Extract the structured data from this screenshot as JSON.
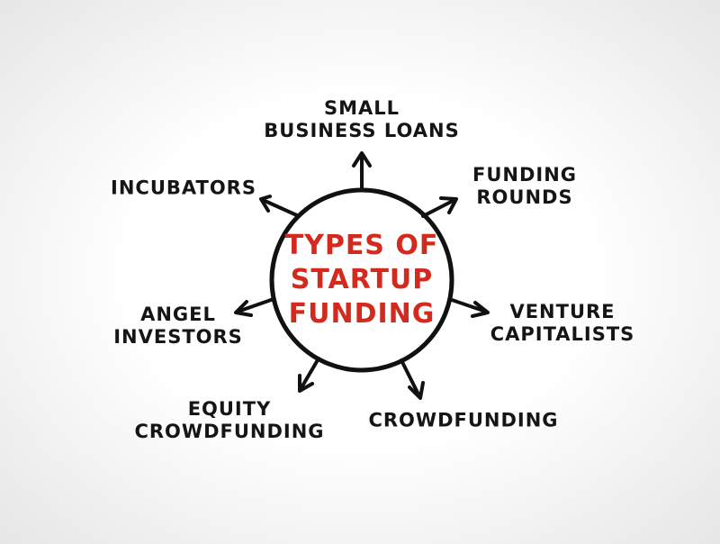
{
  "center": {
    "lines": [
      "TYPES OF",
      "STARTUP",
      "FUNDING"
    ],
    "color": "#d42a1e"
  },
  "branches": [
    {
      "lines": [
        "SMALL",
        "BUSINESS LOANS"
      ]
    },
    {
      "lines": [
        "FUNDING",
        "ROUNDS"
      ]
    },
    {
      "lines": [
        "VENTURE",
        "CAPITALISTS"
      ]
    },
    {
      "lines": [
        "CROWDFUNDING"
      ]
    },
    {
      "lines": [
        "EQUITY",
        "CROWDFUNDING"
      ]
    },
    {
      "lines": [
        "ANGEL",
        "INVESTORS"
      ]
    },
    {
      "lines": [
        "INCUBATORS"
      ]
    }
  ]
}
